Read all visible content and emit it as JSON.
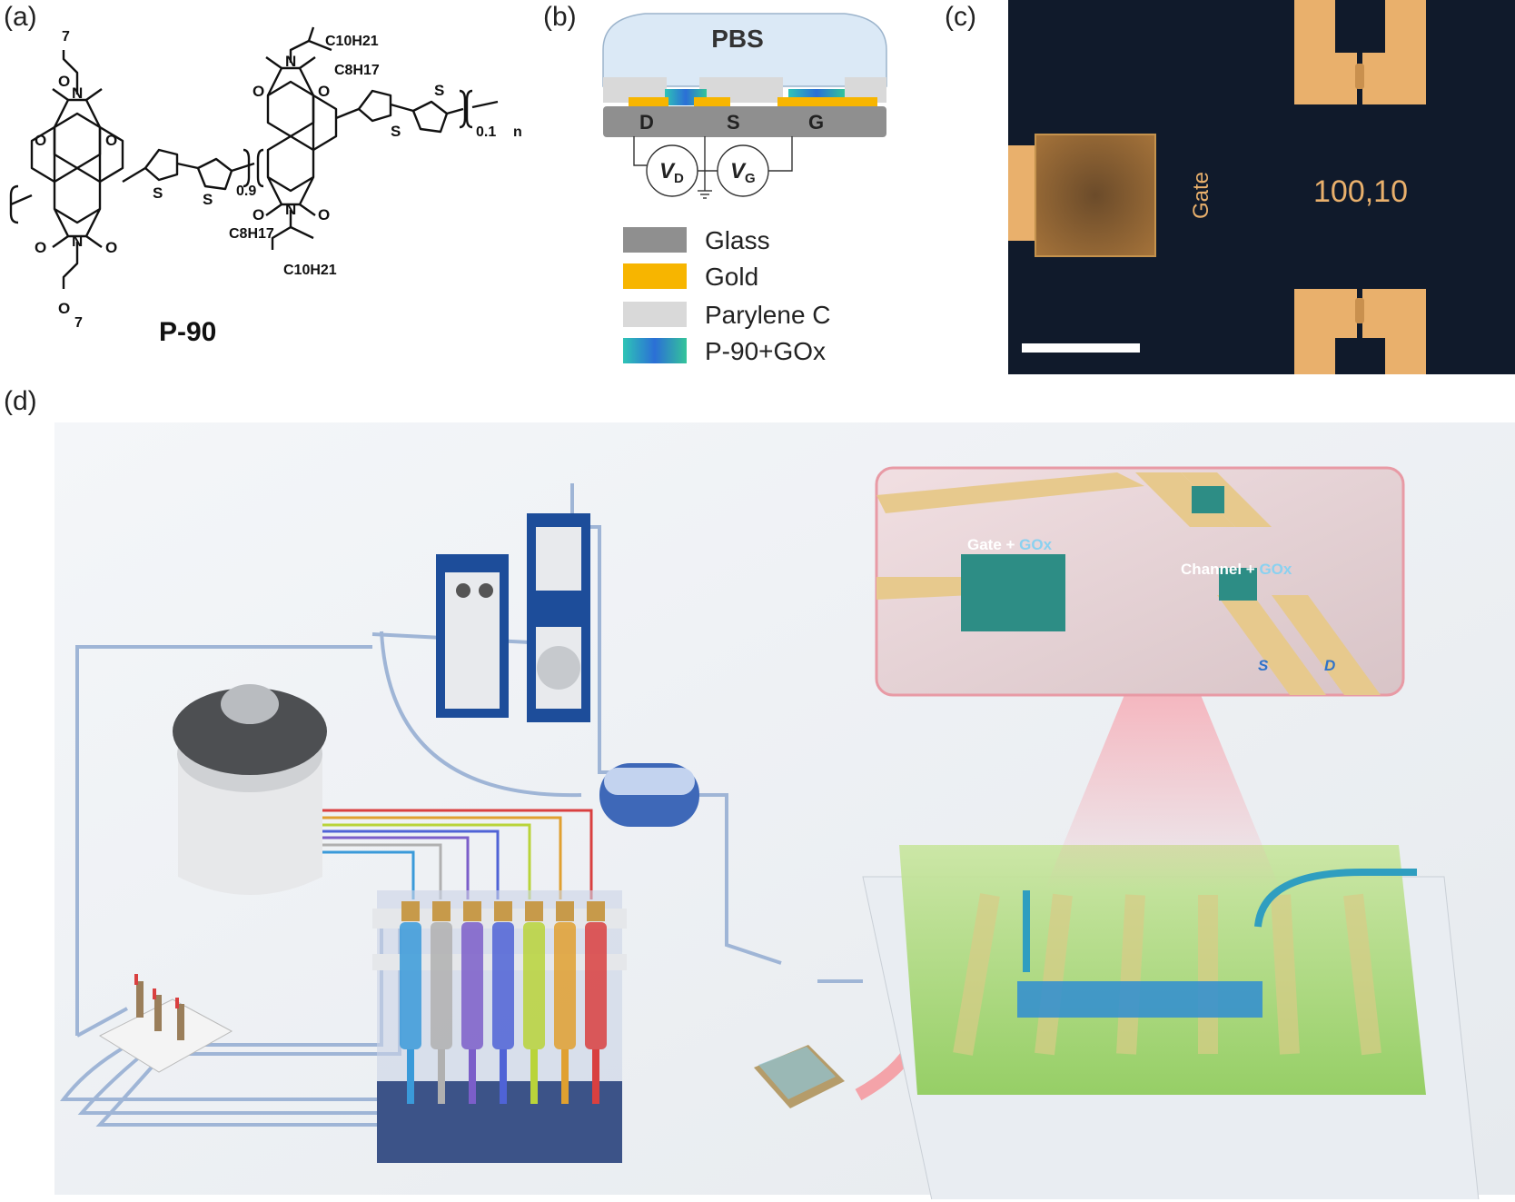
{
  "panels": {
    "a": {
      "label": "(a)",
      "compound": "P-90",
      "subscripts": {
        "left_repeat": "0.9",
        "right_repeat": "0.1",
        "n": "n",
        "glycol_top": "7",
        "glycol_bottom": "7",
        "c10_top": "C10H21",
        "c8_top": "C8H17",
        "c8_bottom": "C8H17",
        "c10_bottom": "C10H21"
      },
      "atoms": {
        "N": "N",
        "O": "O",
        "S": "S"
      }
    },
    "b": {
      "label": "(b)",
      "electrolyte": "PBS",
      "electrodes": {
        "drain": "D",
        "source": "S",
        "gate": "G"
      },
      "sources": {
        "vd": "V",
        "vd_sub": "D",
        "vg": "V",
        "vg_sub": "G"
      },
      "legend": [
        {
          "name": "Glass",
          "color": "#8f8f8f"
        },
        {
          "name": "Gold",
          "color": "#f7b500"
        },
        {
          "name": "Parylene C",
          "color": "#d9d9d9"
        },
        {
          "name": "P-90+GOx",
          "color": "#3aa0c8"
        }
      ]
    },
    "c": {
      "label": "(c)",
      "gate_text": "Gate",
      "dims_text": "100,10",
      "background": "#101a2b",
      "gold": "#e9b06c"
    },
    "d": {
      "label": "(d)",
      "inset_gate": "Gate + ",
      "inset_gate_gox": "GOx",
      "inset_channel": "Channel + ",
      "inset_channel_gox": "GOx",
      "inset_s": "S",
      "inset_d": "D",
      "syringe_colors": [
        "#3a9ad9",
        "#b0b0b0",
        "#7b5ec9",
        "#4f63d6",
        "#b9d43a",
        "#e0a030",
        "#d94040"
      ]
    }
  }
}
